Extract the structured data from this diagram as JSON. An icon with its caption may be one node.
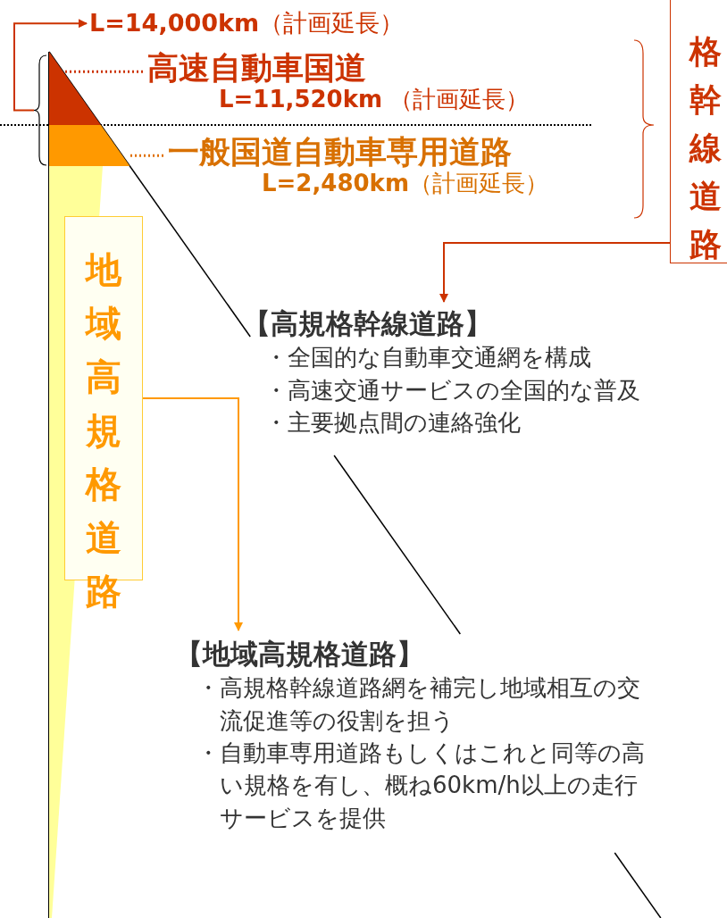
{
  "diagram": {
    "nodes": [
      {
        "text": [
          "**L=14,000km**（計画延長）"
        ]
      },
      {
        "text": [],
        "shape": "triangle"
      },
      {
        "text": [
          "高速自動車国道",
          "**L=11,520km** （計画延長）"
        ]
      },
      {
        "text": [],
        "shape": "trapezoid"
      },
      {
        "text": [
          "一般国道自動車専用道路",
          "**L=2,480km**（計画延長）"
        ]
      },
      {
        "text": [
          "格幹線道路"
        ]
      },
      {
        "text": [
          "【高規格幹線道路】",
          "・全国的な自動車交通網を構成",
          "・高速交通サービスの全国的な普及",
          "・主要拠点間の連絡強化"
        ]
      },
      {
        "text": [],
        "shape": "trapezoid"
      },
      {
        "text": [
          "地域高規格道路"
        ]
      },
      {
        "text": [
          "【地域高規格道路】",
          "・高規格幹線道路網を補完し地域相互の交流促進等の役割を担う",
          "・自動車専用道路もしくはこれと同等の高い規格を有し、概ね60km/h以上の走行サービスを提供"
        ]
      },
      {
        "text": [],
        "shape": "brace"
      }
    ],
    "edges": [
      {
        "from": 10,
        "to": 0,
        "arrow": "to",
        "color": "#cc3300"
      },
      {
        "from": 2,
        "to": 1,
        "arrow": "none",
        "style": "dashed",
        "color": "#cc3300"
      },
      {
        "from": 4,
        "to": 3,
        "arrow": "none",
        "style": "dashed",
        "color": "#e07000"
      },
      {
        "from": 5,
        "to": 6,
        "arrow": "to",
        "color": "#cc3300"
      },
      {
        "from": 8,
        "to": 9,
        "arrow": "to",
        "color": "#ff9900"
      }
    ]
  }
}
